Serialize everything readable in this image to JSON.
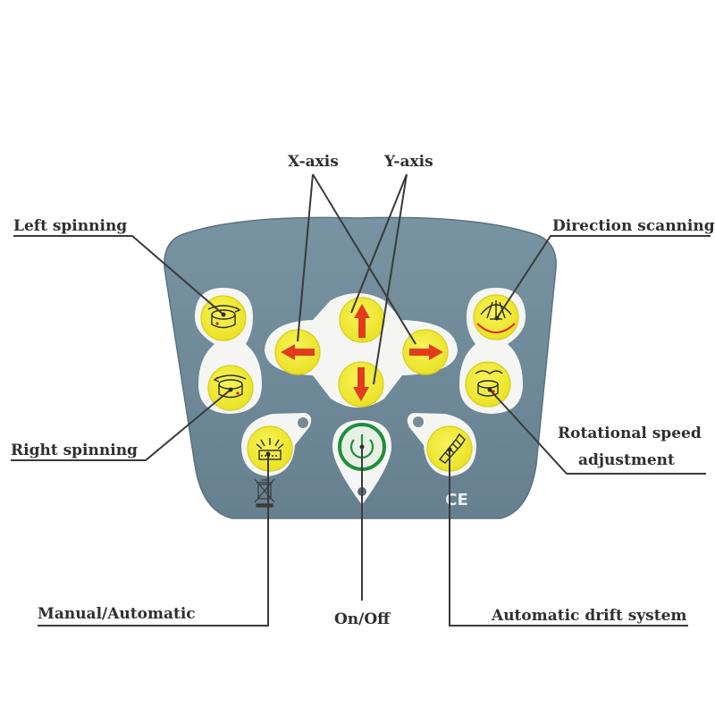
{
  "labels": {
    "x_axis": "X-axis",
    "y_axis": "Y-axis",
    "left_spinning": "Left spinning",
    "right_spinning": "Right spinning",
    "direction_scanning": "Direction scanning",
    "rotational_speed_line1": "Rotational speed",
    "rotational_speed_line2": "adjustment",
    "manual_automatic": "Manual/Automatic",
    "on_off": "On/Off",
    "automatic_drift": "Automatic drift system"
  },
  "panel": {
    "ce_mark": "CE"
  },
  "colors": {
    "panel": "#6f8a9a",
    "button_yellow": "#f2ec25",
    "arrow_red": "#e23b1e",
    "power_green": "#1f8f3a",
    "pad_white": "#f5f6f4"
  },
  "icons": [
    "left-spin-icon",
    "right-spin-icon",
    "direction-scan-icon",
    "rotational-speed-icon",
    "manual-automatic-icon",
    "power-icon",
    "drift-system-icon",
    "weee-bin-icon",
    "arrow-up-icon",
    "arrow-down-icon",
    "arrow-left-icon",
    "arrow-right-icon"
  ]
}
